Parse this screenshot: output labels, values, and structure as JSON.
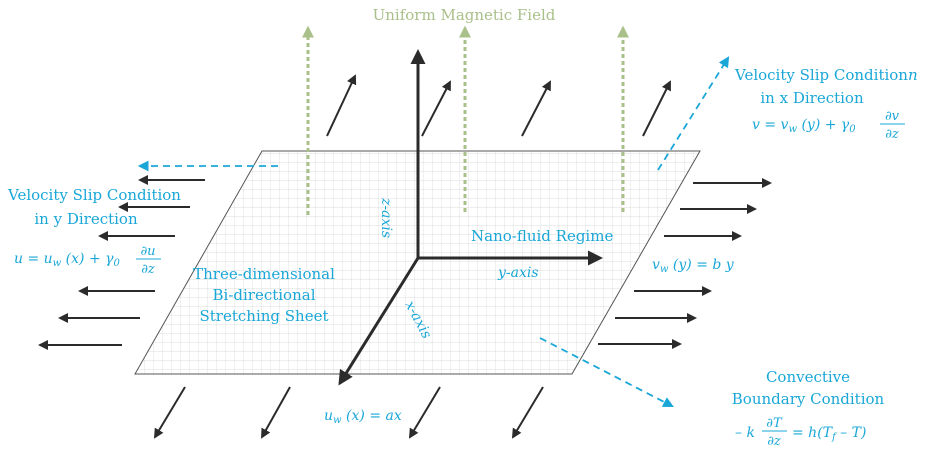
{
  "title": "Uniform Magnetic Field",
  "velocity_slip_x": {
    "line1": "Velocity Slip Condition",
    "line1_italic": "n",
    "line2": "in x Direction",
    "equation_lhs": "v = v",
    "equation_sub": "w",
    "equation_mid": " (y) + γ",
    "gamma_sub": "0",
    "frac_num": "∂v",
    "frac_den": "∂z"
  },
  "velocity_slip_y": {
    "line1": "Velocity Slip Condition",
    "line2": "in y Direction",
    "equation_lhs": "u = u",
    "equation_sub": "w",
    "equation_mid": " (x) + γ",
    "gamma_sub": "0",
    "frac_num": "∂u",
    "frac_den": "∂z"
  },
  "sheet": {
    "line1": "Three-dimensional",
    "line2": "Bi-directional",
    "line3": "Stretching Sheet"
  },
  "regime": "Nano-fluid Regime",
  "axes": {
    "z": "z-axis",
    "y": "y-axis",
    "x": "x-axis"
  },
  "vw_label": {
    "lhs": "v",
    "sub": "w",
    "rhs": " (y) = b y"
  },
  "uw_label": {
    "lhs": "u",
    "sub": "w",
    "rhs": " (x) = ax"
  },
  "convective": {
    "line1": "Convective",
    "line2": "Boundary Condition",
    "eq_prefix": "– k",
    "frac_num": "∂T",
    "frac_den": "∂z",
    "eq_rhs": "= h(T",
    "t_sub": "f",
    "eq_end": " – T)"
  },
  "colors": {
    "cyan": "#1aa7d8",
    "arrow": "#2b2b2b",
    "magnetic": "#a9c08a",
    "grid": "#d4d4d4"
  }
}
